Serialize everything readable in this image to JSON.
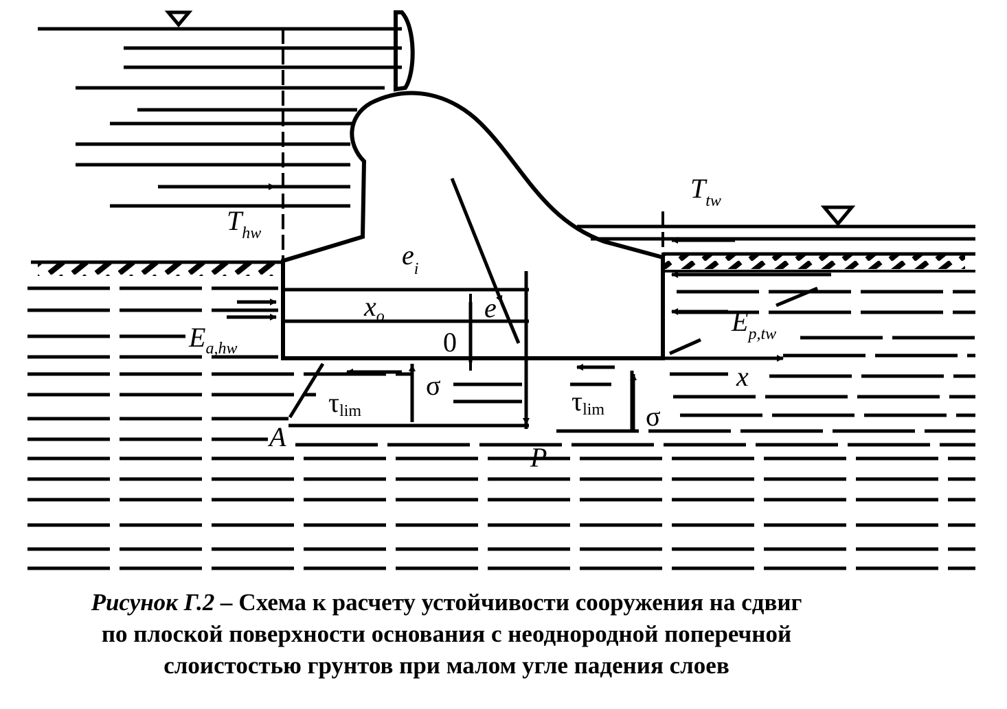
{
  "figure": {
    "labels": {
      "t_hw": {
        "main": "T",
        "sub": "hw"
      },
      "t_tw": {
        "main": "T",
        "sub": "tw"
      },
      "e_i": {
        "main": "e",
        "sub": "i"
      },
      "x_o": {
        "main": "x",
        "sub": "o"
      },
      "e": "e",
      "zero": "0",
      "e_a_hw": {
        "main": "E",
        "sub": "a,hw"
      },
      "e_p_tw": {
        "main": "E",
        "sub": "p,tw"
      },
      "x": "x",
      "tau_lim_left": {
        "main": "τ",
        "sub": "lim"
      },
      "tau_lim_right": {
        "main": "τ",
        "sub": "lim"
      },
      "sigma_left": "σ",
      "sigma_right": "σ",
      "point_a": "A",
      "point_p": "P"
    }
  },
  "caption": {
    "prefix": "Рисунок Г.2 –",
    "line1": " Схема к расчету устойчивости сооружения на сдвиг",
    "line2": "по плоской поверхности основания с неоднородной поперечной",
    "line3": "слоистостью грунтов при малом угле падения слоев"
  }
}
